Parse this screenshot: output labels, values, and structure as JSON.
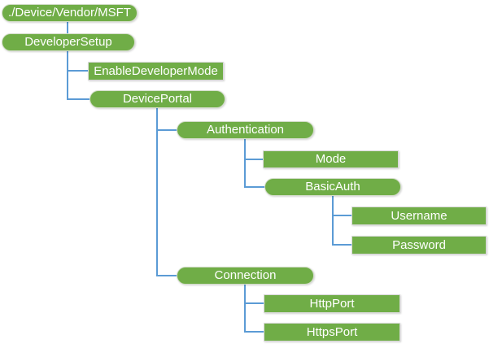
{
  "diagram": {
    "kind": "hierarchy-tree",
    "colors": {
      "node_fill": "#70AD47",
      "node_text": "#FFFFFF",
      "connector": "#5B9BD5",
      "rect_border": "#D9D9D9"
    },
    "nodes": [
      {
        "id": "root",
        "label": "./Device/Vendor/MSFT",
        "shape": "pill",
        "parent": null
      },
      {
        "id": "developersetup",
        "label": "DeveloperSetup",
        "shape": "pill",
        "parent": "root"
      },
      {
        "id": "enabledevelopermode",
        "label": "EnableDeveloperMode",
        "shape": "rect",
        "parent": "developersetup"
      },
      {
        "id": "deviceportal",
        "label": "DevicePortal",
        "shape": "pill",
        "parent": "developersetup"
      },
      {
        "id": "authentication",
        "label": "Authentication",
        "shape": "pill",
        "parent": "deviceportal"
      },
      {
        "id": "mode",
        "label": "Mode",
        "shape": "rect",
        "parent": "authentication"
      },
      {
        "id": "basicauth",
        "label": "BasicAuth",
        "shape": "pill",
        "parent": "authentication"
      },
      {
        "id": "username",
        "label": "Username",
        "shape": "rect",
        "parent": "basicauth"
      },
      {
        "id": "password",
        "label": "Password",
        "shape": "rect",
        "parent": "basicauth"
      },
      {
        "id": "connection",
        "label": "Connection",
        "shape": "pill",
        "parent": "deviceportal"
      },
      {
        "id": "httpport",
        "label": "HttpPort",
        "shape": "rect",
        "parent": "connection"
      },
      {
        "id": "httpsport",
        "label": "HttpsPort",
        "shape": "rect",
        "parent": "connection"
      }
    ]
  }
}
